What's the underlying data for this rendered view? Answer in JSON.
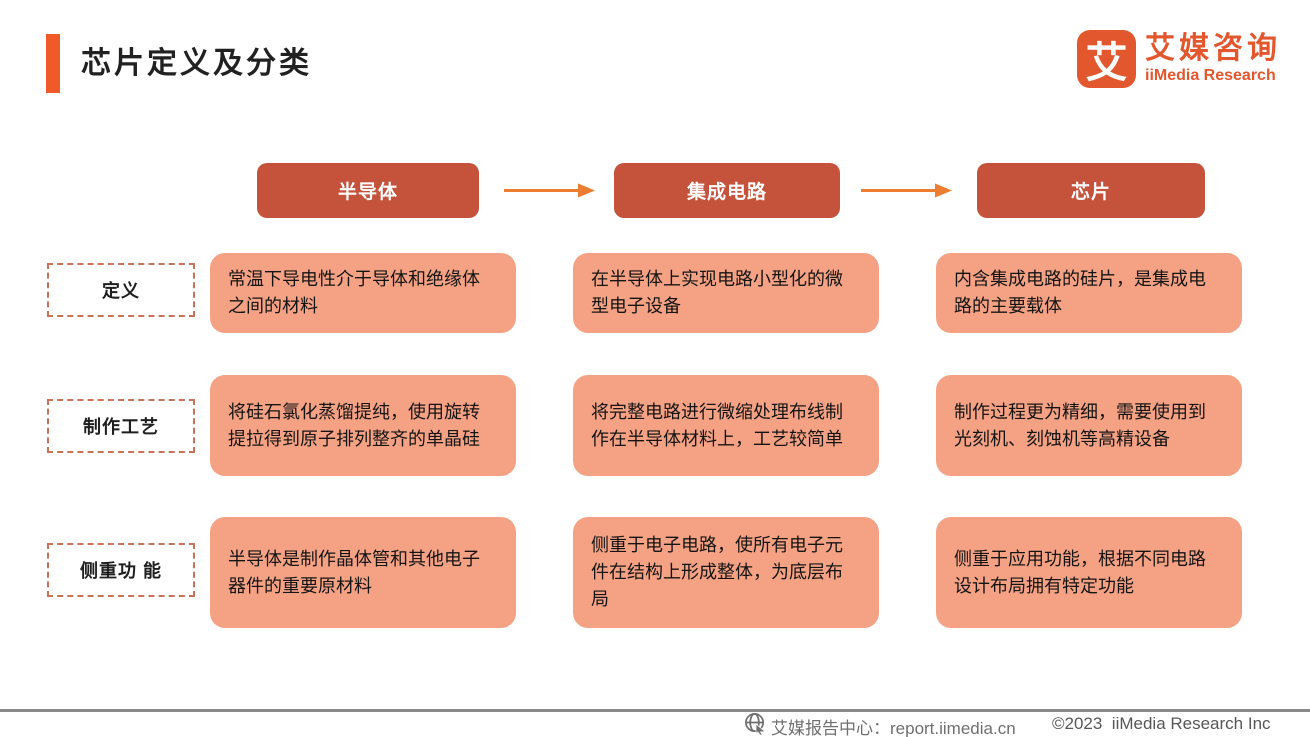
{
  "header": {
    "title": "芯片定义及分类"
  },
  "logo": {
    "glyph": "艾",
    "name_cn": "艾媒咨询",
    "name_en": "iiMedia Research"
  },
  "flow": {
    "columns": [
      "半导体",
      "集成电路",
      "芯片"
    ]
  },
  "rows": [
    {
      "label": "定义",
      "cells": [
        "常温下导电性介于导体和绝缘体之间的材料",
        "在半导体上实现电路小型化的微型电子设备",
        "内含集成电路的硅片，是集成电路的主要载体"
      ]
    },
    {
      "label": "制作工艺",
      "cells": [
        "将硅石氯化蒸馏提纯，使用旋转提拉得到原子排列整齐的单晶硅",
        "将完整电路进行微缩处理布线制作在半导体材料上，工艺较简单",
        "制作过程更为精细，需要使用到光刻机、刻蚀机等高精设备"
      ]
    },
    {
      "label": "侧重功 能",
      "cells": [
        "半导体是制作晶体管和其他电子器件的重要原材料",
        "侧重于电子电路，使所有电子元件在结构上形成整体，为底层布局",
        "侧重于应用功能，根据不同电路设计布局拥有特定功能"
      ]
    }
  ],
  "footer": {
    "report_center": "艾媒报告中心：report.iimedia.cn",
    "copyright": "©2023  iiMedia Research Inc"
  },
  "icons": {
    "flow_arrow": "→",
    "globe_cursor": "🌐"
  },
  "colors": {
    "accent_orange": "#F05A28",
    "header_box_red": "#C5523B",
    "cell_salmon": "#F5A284",
    "arrow_orange": "#ED7D31",
    "label_border": "#C87258",
    "logo_orange": "#E2572E",
    "footer_gray": "#6F6F6F",
    "footer_line_gray": "#8A8A8A"
  }
}
